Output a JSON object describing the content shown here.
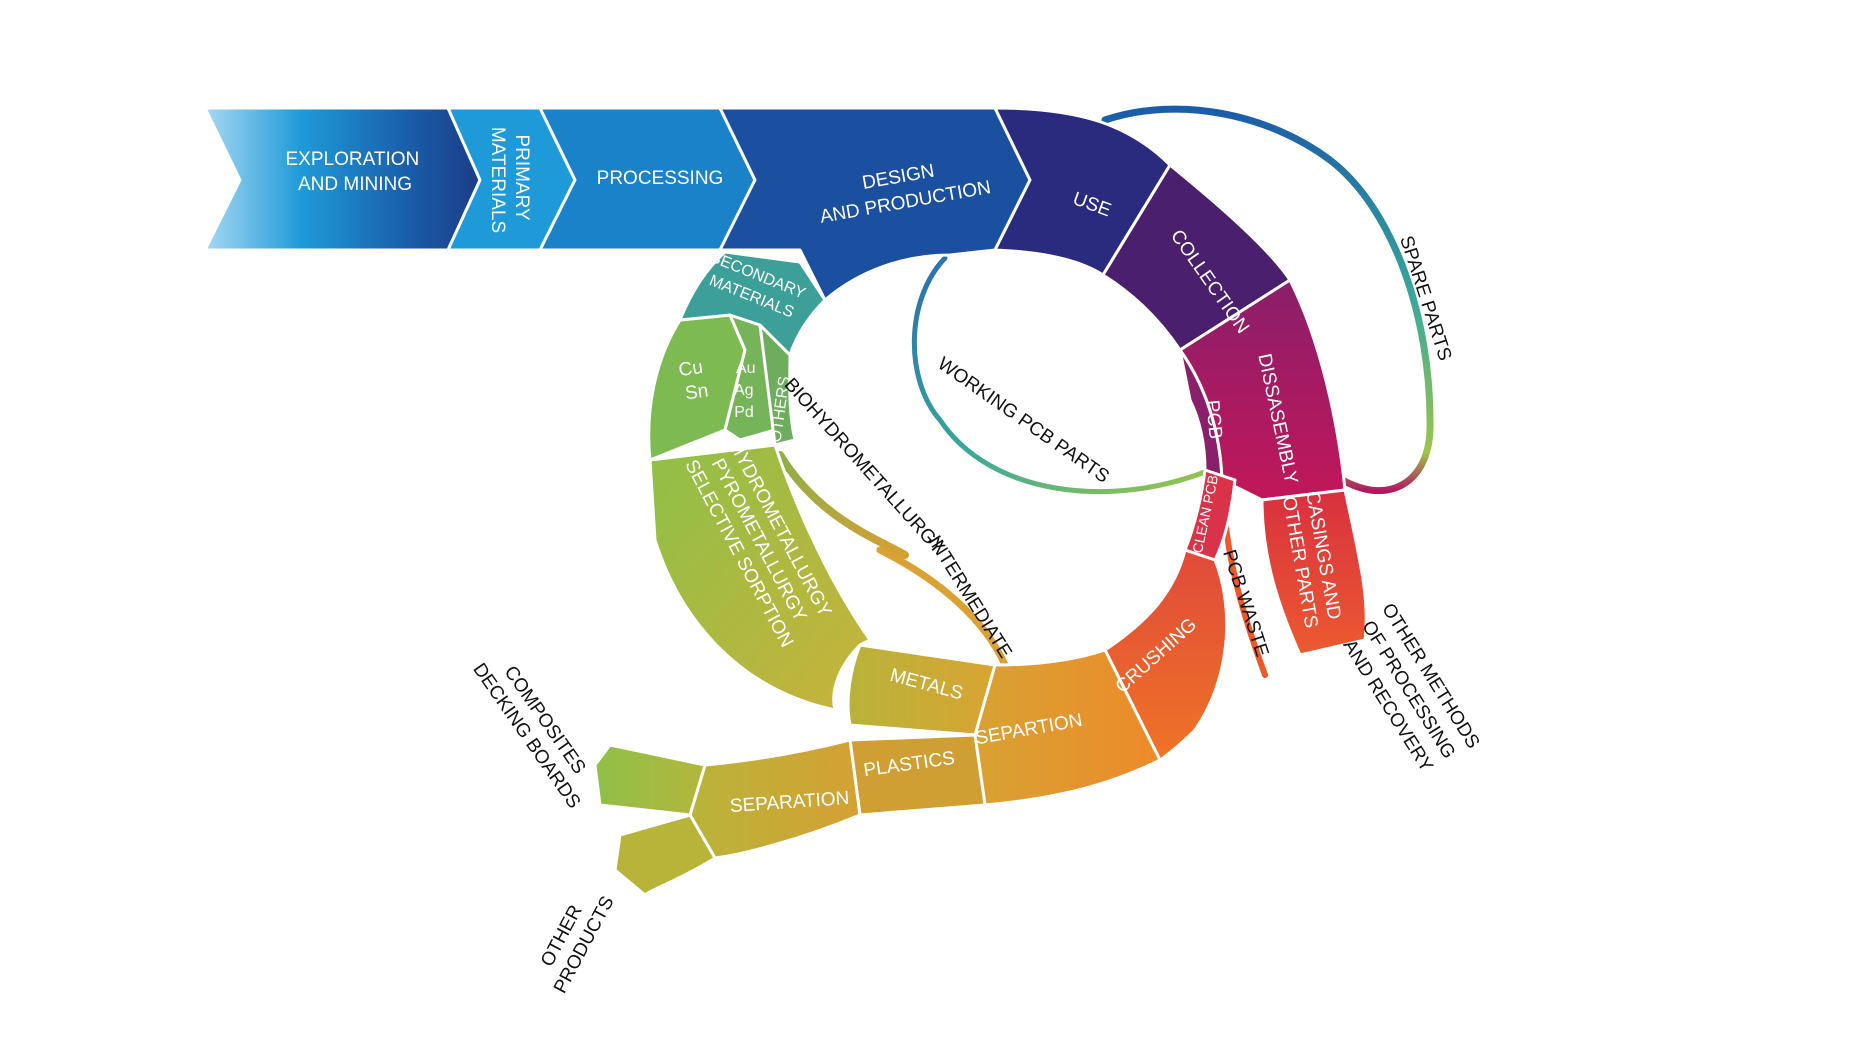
{
  "stages": {
    "exploration": [
      "EXPLORATION",
      "AND MINING"
    ],
    "primary": [
      "PRIMARY",
      "MATERIALS"
    ],
    "processing": "PROCESSING",
    "design": [
      "DESIGN",
      "AND PRODUCTION"
    ],
    "use": "USE",
    "collection": "COLLECTION",
    "dissasembly": "DISSASEMBLY",
    "pcb": "PCB",
    "casings": [
      "CASINGS AND",
      "OTHER PARTS"
    ],
    "clean_pcb": "CLEAN PCB",
    "crushing": "CRUSHING",
    "separtion": "SEPARTION",
    "plastics": "PLASTICS",
    "separation": "SEPARATION",
    "metals": "METALS",
    "hydro": [
      "HYDROMETALLURGY",
      "PYROMETALLURGY",
      "SELECTIVE SORPTION"
    ],
    "cu_sn": [
      "Cu",
      "Sn"
    ],
    "au_ag_pd": [
      "Au",
      "Ag",
      "Pd"
    ],
    "others": "OTHERS",
    "secondary": [
      "SECONDARY",
      "MATERIALS"
    ]
  },
  "labels": {
    "spare_parts": "SPARE PARTS",
    "working_pcb_parts": "WORKING PCB PARTS",
    "biohydrometallurgy": "BIOHYDROMETALLURGY",
    "intermediate": "INTERMEDIATE",
    "pcb_waste": "PCB WASTE",
    "other_methods": [
      "OTHER METHODS",
      "OF PROCESSING",
      "AND RECOVERY"
    ],
    "composites": [
      "COMPOSITES",
      "DECKING BOARDS"
    ],
    "other_products": [
      "OTHER",
      "PRODUCTS"
    ]
  },
  "colors": {
    "light_blue": "#a6d8f3",
    "blue": "#1e9ad8",
    "dark_blue": "#1a4f9c",
    "navy": "#1c2e7e",
    "purple": "#4a1f6e",
    "magenta": "#a3195e",
    "red": "#d9334a",
    "orange": "#ef6e2a",
    "amber": "#e39a2c",
    "olive": "#c1b53a",
    "green": "#8fc048",
    "teal": "#3c9f98"
  }
}
